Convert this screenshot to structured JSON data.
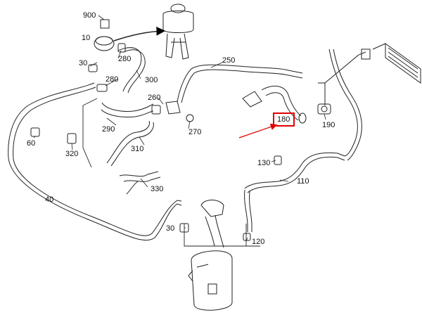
{
  "diagram": {
    "part_labels": [
      "900",
      "10",
      "30",
      "280",
      "280",
      "300",
      "260",
      "270",
      "290",
      "310",
      "320",
      "60",
      "330",
      "40",
      "30",
      "120",
      "250",
      "180",
      "190",
      "130",
      "110"
    ],
    "highlight_color": "#e00000",
    "highlighted_label": "180"
  }
}
